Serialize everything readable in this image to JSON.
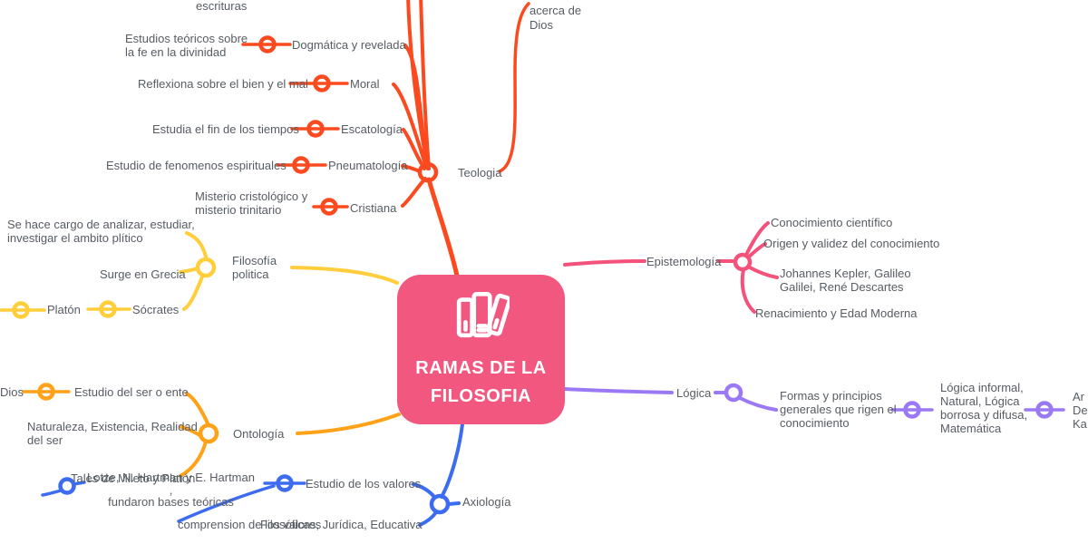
{
  "palette": {
    "red": "#FB4A1F",
    "pink": "#F4517B",
    "yellow": "#FFCE3A",
    "orange": "#FFA217",
    "purple": "#9B79F4",
    "blue": "#3E6CF0",
    "center": "#F2587F",
    "text": "#575C63"
  },
  "center": {
    "title": "RAMAS DE LA\nFILOSOFIA",
    "icon": "books-icon"
  },
  "teologia": {
    "label": "Teologia",
    "partial_top": "escrituras",
    "note": "razonamiento\nacerca de\nDios",
    "children": [
      {
        "label": "Dogmática y revelada",
        "desc": "Estudios teóricos sobre\nla fe en la divinidad"
      },
      {
        "label": "Moral",
        "desc": "Reflexiona sobre el bien y el mal"
      },
      {
        "label": "Escatología",
        "desc": "Estudia el fin de los tiempos"
      },
      {
        "label": "Pneumatología",
        "desc": "Estudio de fenomenos espirituales"
      },
      {
        "label": "Cristiana",
        "desc": "Misterio cristológico y\nmisterio trinitario"
      }
    ]
  },
  "epistemologia": {
    "label": "Epistemología",
    "children": [
      "Conocimiento científico",
      "Origen y validez del conocimiento",
      "Johannes Kepler, Galileo\nGalilei, René Descartes",
      "Renacimiento y Edad Moderna"
    ]
  },
  "filosofia_politica": {
    "label": "Filosofía\npolitica",
    "desc": "Se hace cargo de analizar, estudiar,\ninvestigar el ambito plítico",
    "children": [
      "Surge en Grecia",
      "Sócrates",
      "Platón"
    ]
  },
  "ontologia": {
    "label": "Ontología",
    "children": [
      "Estudio del ser o ente",
      "Dios",
      "Naturaleza, Existencia, Realidad\ndel ser"
    ]
  },
  "logica": {
    "label": "Lógica",
    "children": [
      "Formas y principios\ngenerales que rigen el\nconocimiento",
      "Lógica informal,\nNatural, Lógica\nborrosa y difusa,\nMatemática",
      "Ar\nDe\nKa"
    ]
  },
  "axiologia": {
    "label": "Axiología",
    "children": [
      "Estudio de los valores",
      "comprension de los valores",
      "Filosóficas, Jurídica, Educativa",
      "Tales de Mileto y Platón",
      "Lotze, N. Hartman y E. Hartman ,\nfundaron bases teóricas"
    ]
  }
}
